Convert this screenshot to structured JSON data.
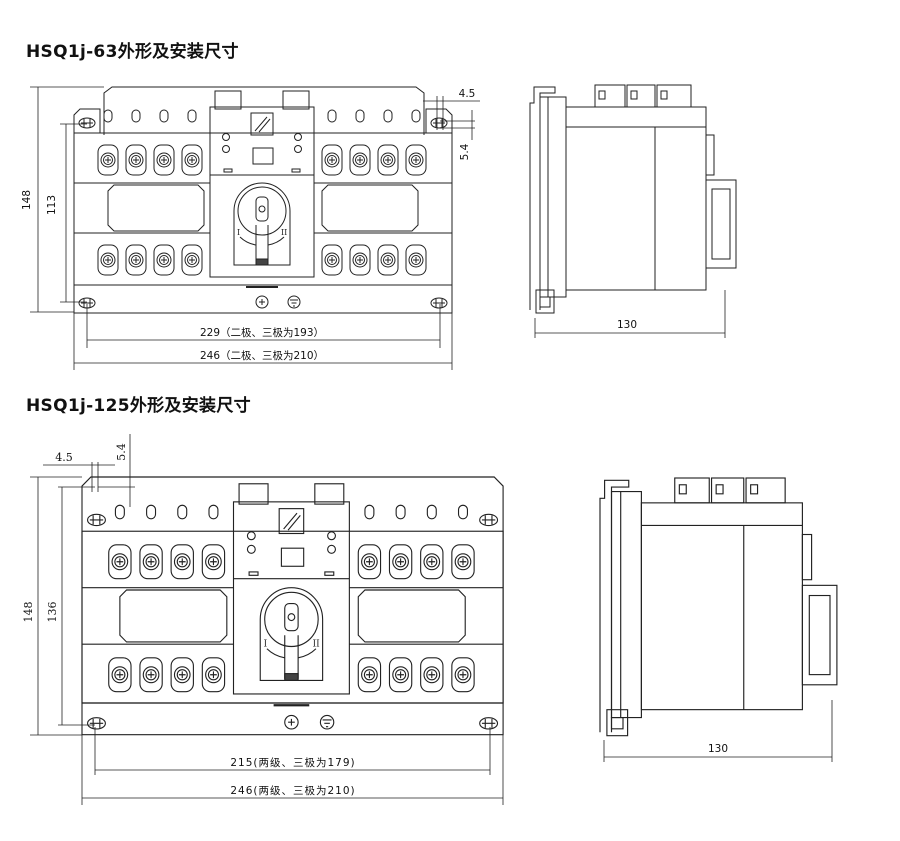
{
  "diagrams": [
    {
      "title": "HSQ1j-63外形及安装尺寸",
      "front_dims": {
        "height_total": "148",
        "height_mount": "113",
        "hole_offset_x": "4.5",
        "hole_offset_y": "5.4",
        "width_mount": "229（二极、三极为193）",
        "width_total": "246（二极、三极为210）"
      },
      "side_dims": {
        "depth": "130"
      },
      "switch_labels": {
        "pos1": "I",
        "pos2": "II"
      }
    },
    {
      "title": "HSQ1j-125外形及安装尺寸",
      "front_dims": {
        "height_total": "148",
        "height_mount": "136",
        "hole_offset_x": "4.5",
        "hole_offset_y": "5.4",
        "width_mount": "215(两级、三极为179)",
        "width_total": "246(两级、三极为210)"
      },
      "side_dims": {
        "depth": "130"
      },
      "switch_labels": {
        "pos1": "I",
        "pos2": "II"
      }
    }
  ],
  "colors": {
    "line": "#222222",
    "background": "#ffffff"
  }
}
